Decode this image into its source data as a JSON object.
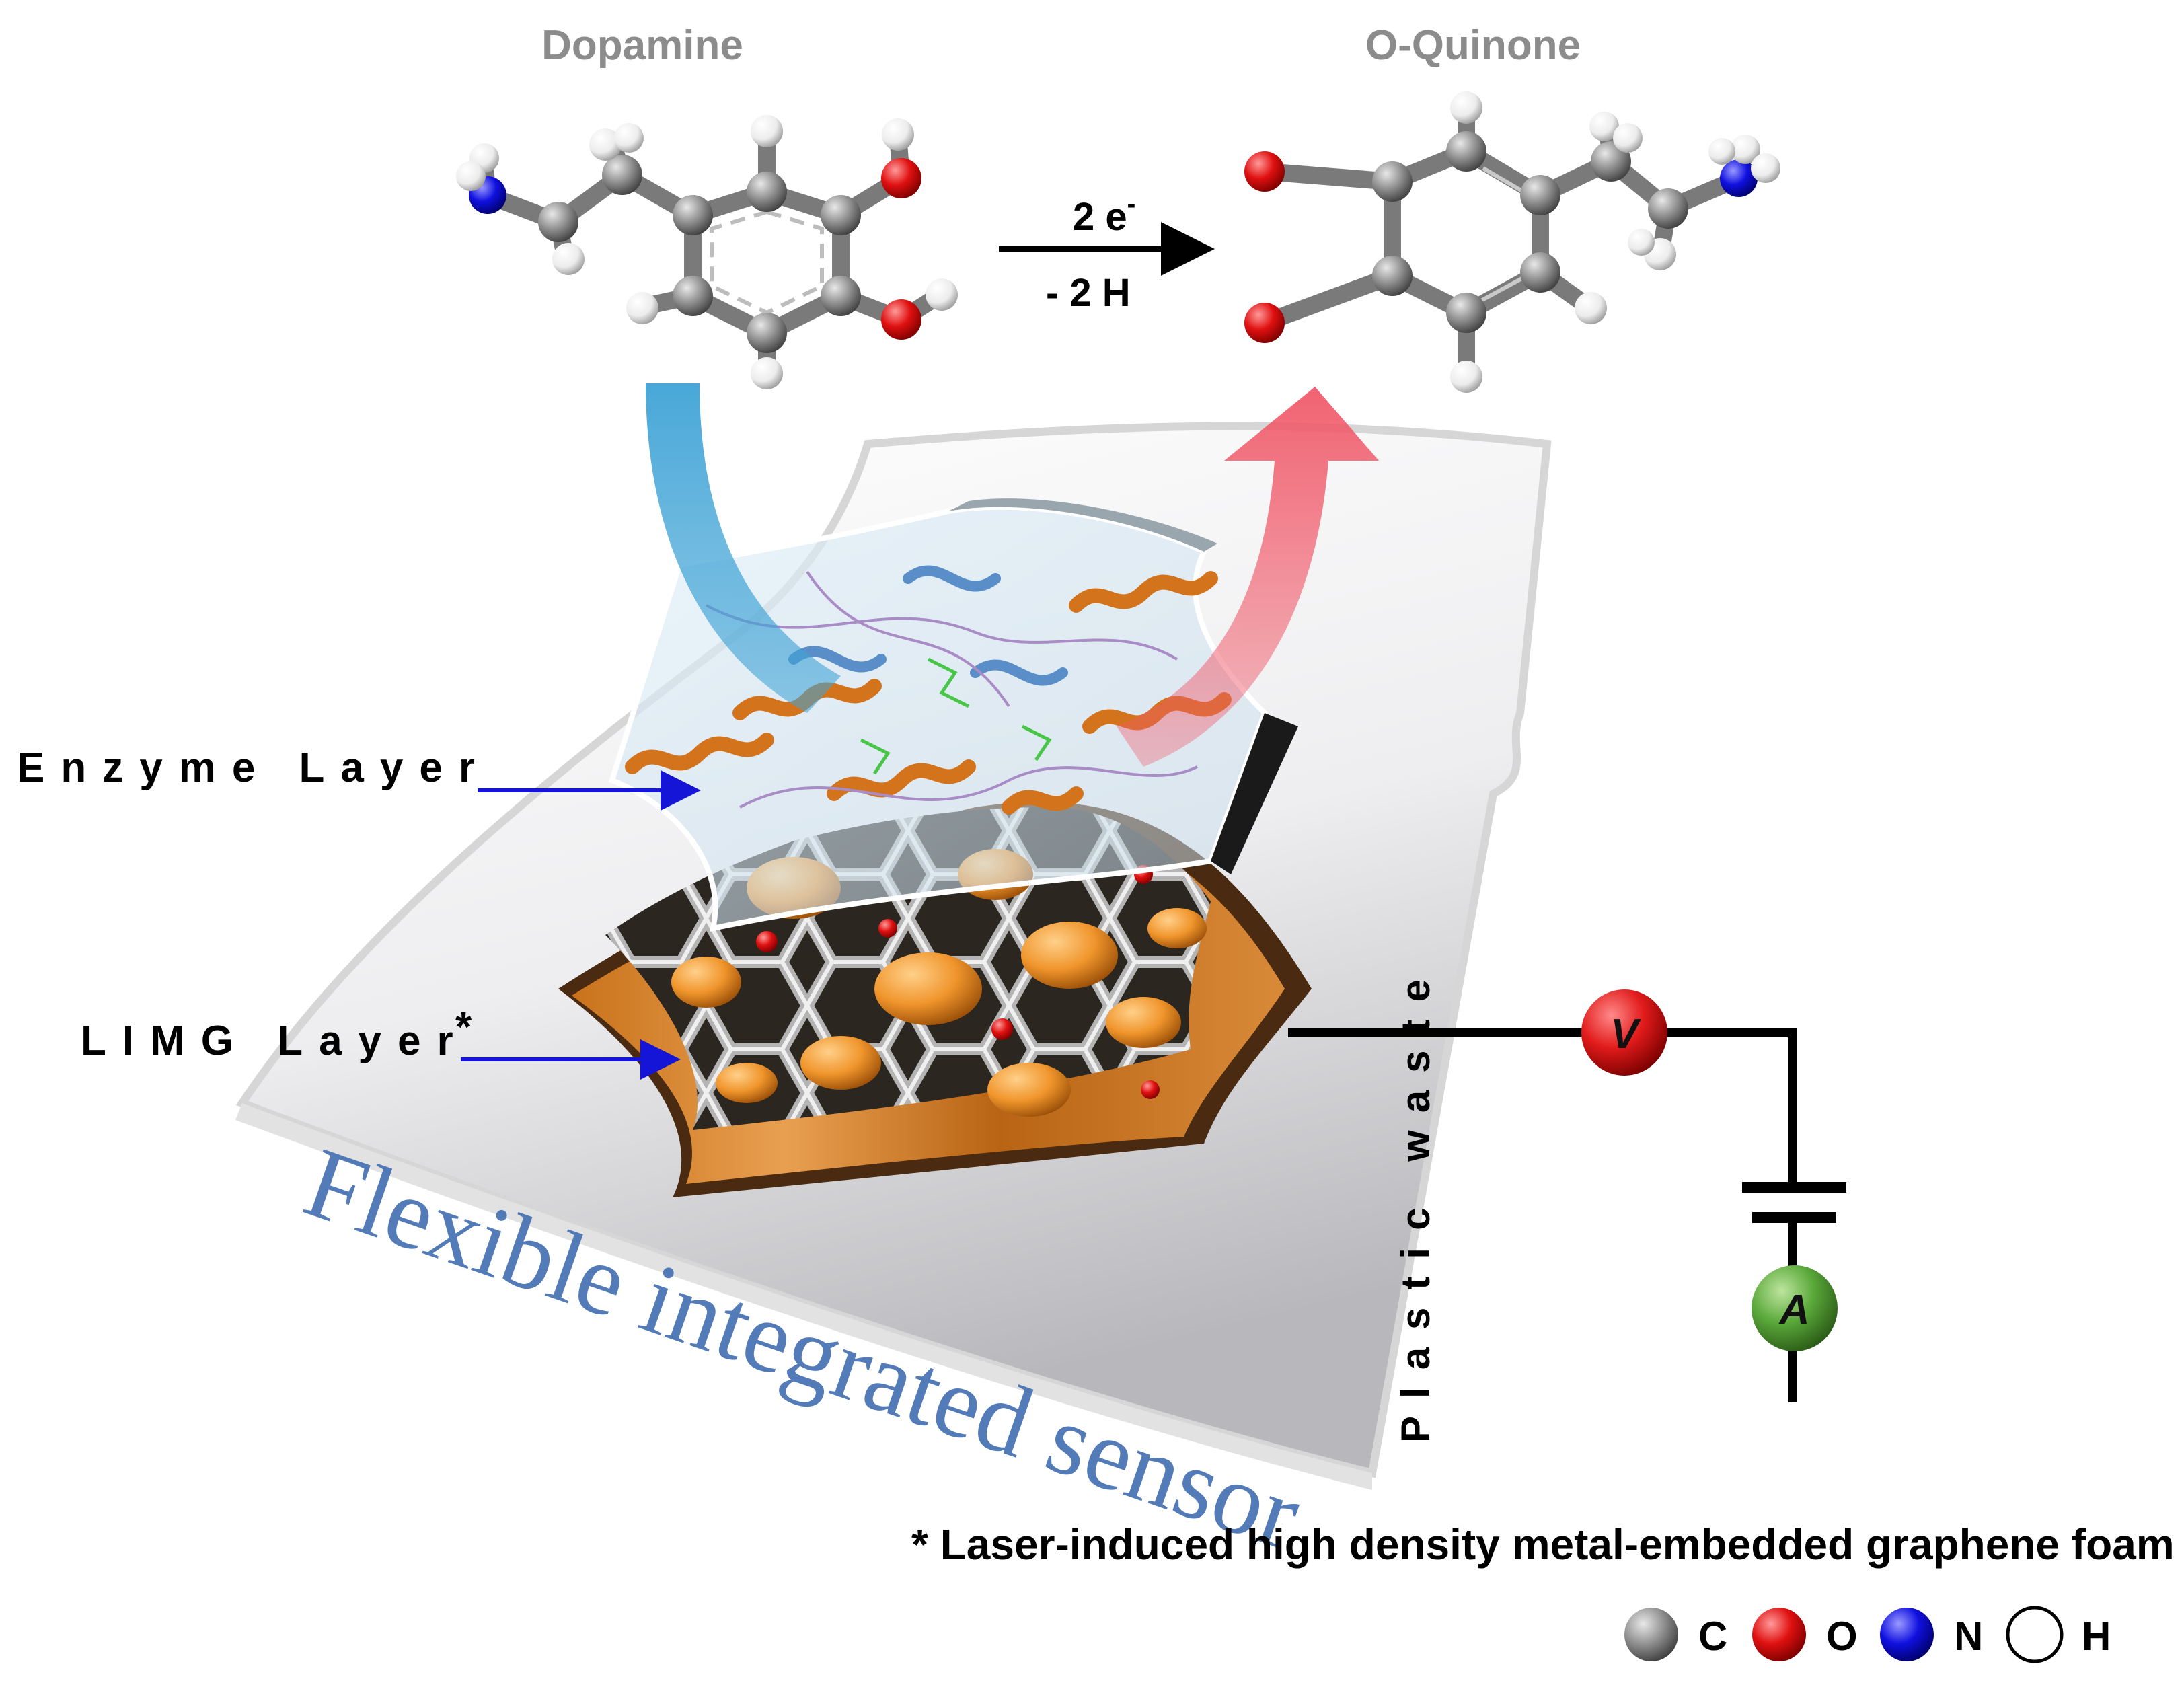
{
  "molecules": {
    "left_title": "Dopamine",
    "right_title": "O-Quinone"
  },
  "reaction": {
    "above_arrow": "2 e",
    "above_arrow_sup": "-",
    "below_arrow": "- 2 H"
  },
  "layers": {
    "enzyme": "Enzyme Layer",
    "limg": "LIMG Layer",
    "limg_mark": "*"
  },
  "substrate_label": "Plastic waste",
  "device_label": "Flexible integrated sensor",
  "circuit": {
    "voltmeter": "V",
    "ammeter": "A"
  },
  "footnote": "* Laser-induced high density metal-embedded graphene foam",
  "legend": [
    {
      "symbol": "C",
      "color": "#6f6f6f"
    },
    {
      "symbol": "O",
      "color": "#e01010"
    },
    {
      "symbol": "N",
      "color": "#1010e0"
    },
    {
      "symbol": "H",
      "color": "#ffffff"
    }
  ],
  "colors": {
    "carbon": "#8a8a8a",
    "oxygen": "#e01010",
    "nitrogen": "#1010e0",
    "hydrogen": "#f4f4f4",
    "uptake_arrow": "#3fa3d6",
    "release_arrow": "#f05a6a",
    "label_arrow": "#1515d8",
    "voltmeter": "#e21b1b",
    "ammeter": "#4c9c2e",
    "gold_particles": "#f0952c",
    "device_text": "#4a74b4"
  }
}
